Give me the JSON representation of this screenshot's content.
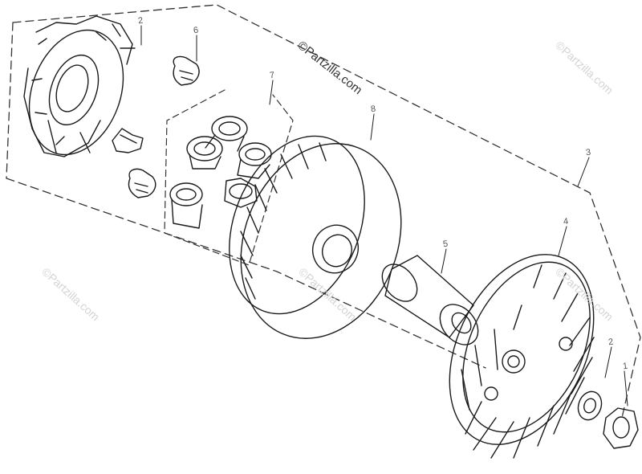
{
  "watermark": {
    "main": "©Partzilla.com",
    "repeated": "©Partzilla.com"
  },
  "callouts": [
    "2",
    "6",
    "7",
    "8",
    "3",
    "4",
    "5",
    "2",
    "1"
  ],
  "colors": {
    "line": "#1a1a1a",
    "dash": "#333333",
    "watermark_faint": "#d4d4d4"
  }
}
